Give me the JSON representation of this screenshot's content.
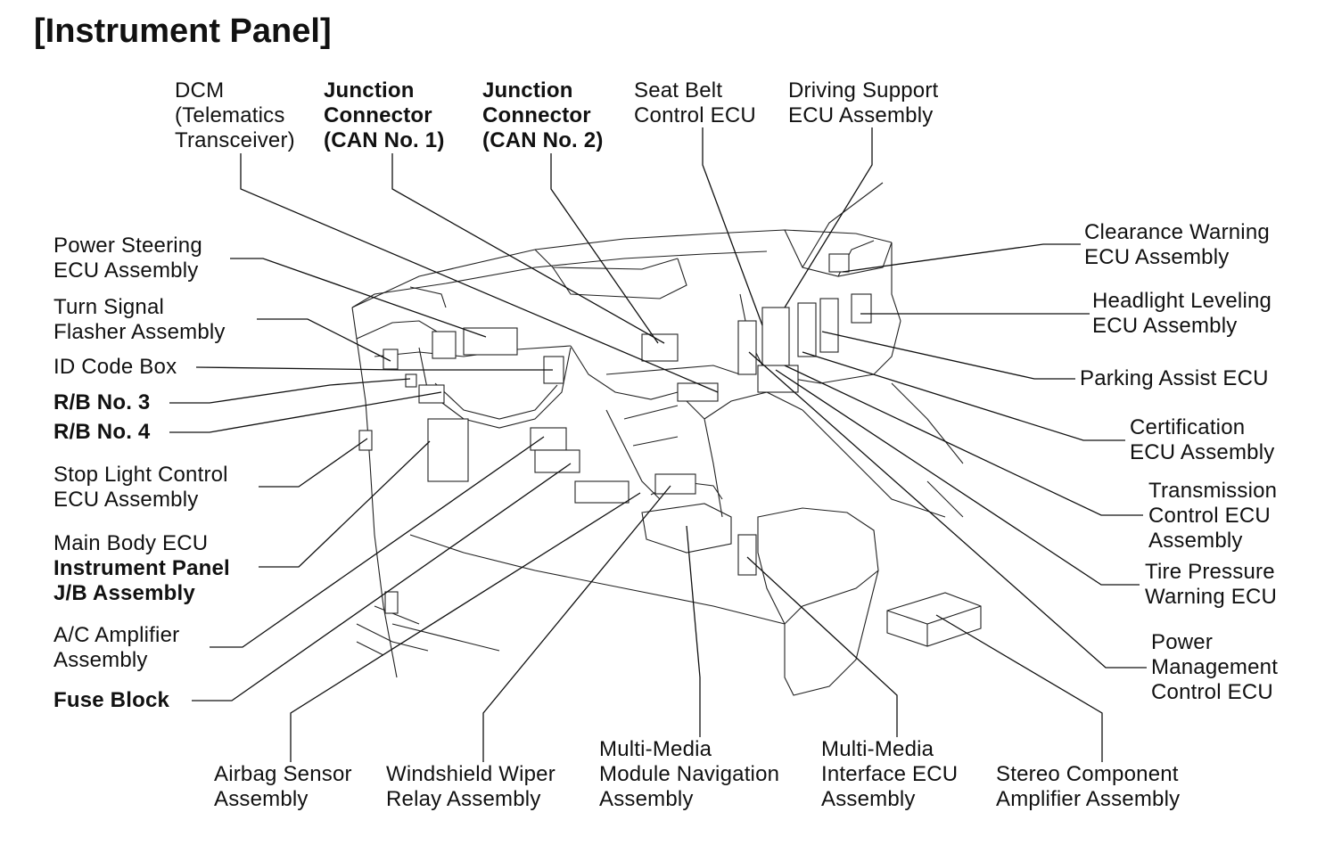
{
  "title": "[Instrument Panel]",
  "labels": {
    "dcm": [
      "DCM",
      "(Telematics",
      "Transceiver)"
    ],
    "jc1": [
      "Junction",
      "Connector",
      "(CAN No. 1)"
    ],
    "jc2": [
      "Junction",
      "Connector",
      "(CAN No. 2)"
    ],
    "seatbelt": [
      "Seat Belt",
      "Control ECU"
    ],
    "driving": [
      "Driving Support",
      "ECU Assembly"
    ],
    "power_steering": [
      "Power Steering",
      "ECU Assembly"
    ],
    "turn_signal": [
      "Turn Signal",
      "Flasher Assembly"
    ],
    "id_code": [
      "ID Code Box"
    ],
    "rb3": [
      "R/B No. 3"
    ],
    "rb4": [
      "R/B No. 4"
    ],
    "stop_light": [
      "Stop Light Control",
      "ECU Assembly"
    ],
    "main_body": [
      "Main Body ECU"
    ],
    "ip_jb": [
      "Instrument Panel",
      "J/B Assembly"
    ],
    "ac_amp": [
      "A/C Amplifier",
      "Assembly"
    ],
    "fuse_block": [
      "Fuse Block"
    ],
    "airbag": [
      "Airbag Sensor",
      "Assembly"
    ],
    "wiper": [
      "Windshield Wiper",
      "Relay Assembly"
    ],
    "mm_nav": [
      "Multi-Media",
      "Module Navigation",
      "Assembly"
    ],
    "mm_if": [
      "Multi-Media",
      "Interface ECU",
      "Assembly"
    ],
    "stereo": [
      "Stereo Component",
      "Amplifier Assembly"
    ],
    "clearance": [
      "Clearance Warning",
      "ECU Assembly"
    ],
    "headlight": [
      "Headlight Leveling",
      "ECU Assembly"
    ],
    "parking": [
      "Parking Assist ECU"
    ],
    "certification": [
      "Certification",
      "ECU Assembly"
    ],
    "transmission": [
      "Transmission",
      "Control ECU",
      "Assembly"
    ],
    "tire": [
      "Tire Pressure",
      "Warning ECU"
    ],
    "power_mgmt": [
      "Power",
      "Management",
      "Control ECU"
    ]
  }
}
